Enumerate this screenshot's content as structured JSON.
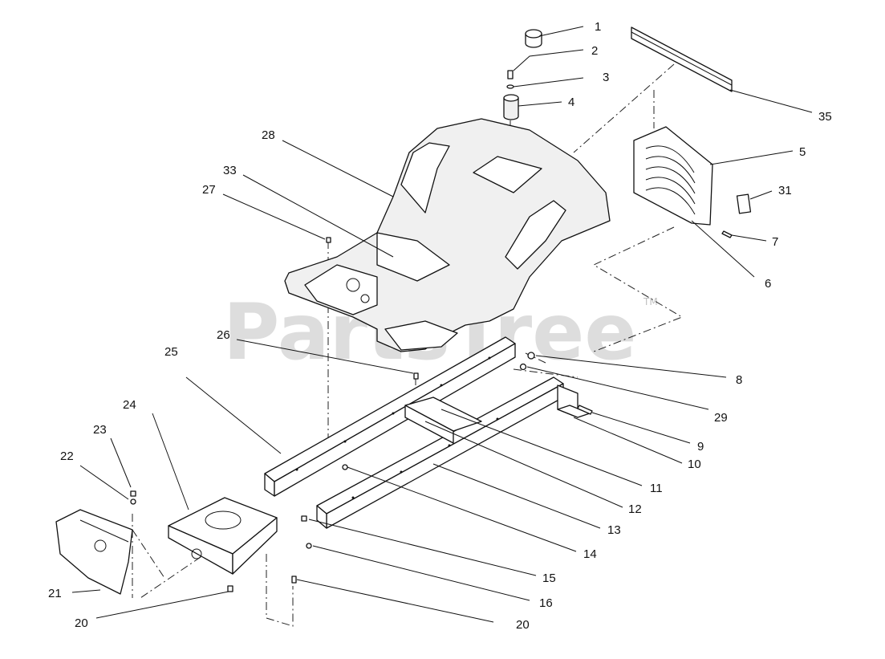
{
  "watermark": {
    "text": "PartsTree",
    "tm": "TM"
  },
  "callouts": [
    {
      "id": "c1",
      "label": "1"
    },
    {
      "id": "c2",
      "label": "2"
    },
    {
      "id": "c3",
      "label": "3"
    },
    {
      "id": "c4",
      "label": "4"
    },
    {
      "id": "c35",
      "label": "35"
    },
    {
      "id": "c5",
      "label": "5"
    },
    {
      "id": "c31",
      "label": "31"
    },
    {
      "id": "c7",
      "label": "7"
    },
    {
      "id": "c6",
      "label": "6"
    },
    {
      "id": "c28",
      "label": "28"
    },
    {
      "id": "c33",
      "label": "33"
    },
    {
      "id": "c27",
      "label": "27"
    },
    {
      "id": "c26",
      "label": "26"
    },
    {
      "id": "c25",
      "label": "25"
    },
    {
      "id": "c8",
      "label": "8"
    },
    {
      "id": "c29",
      "label": "29"
    },
    {
      "id": "c9",
      "label": "9"
    },
    {
      "id": "c10",
      "label": "10"
    },
    {
      "id": "c11",
      "label": "11"
    },
    {
      "id": "c12",
      "label": "12"
    },
    {
      "id": "c13",
      "label": "13"
    },
    {
      "id": "c14",
      "label": "14"
    },
    {
      "id": "c24",
      "label": "24"
    },
    {
      "id": "c23",
      "label": "23"
    },
    {
      "id": "c22",
      "label": "22"
    },
    {
      "id": "c21",
      "label": "21"
    },
    {
      "id": "c15",
      "label": "15"
    },
    {
      "id": "c16",
      "label": "16"
    },
    {
      "id": "c20a",
      "label": "20"
    },
    {
      "id": "c20b",
      "label": "20"
    }
  ]
}
